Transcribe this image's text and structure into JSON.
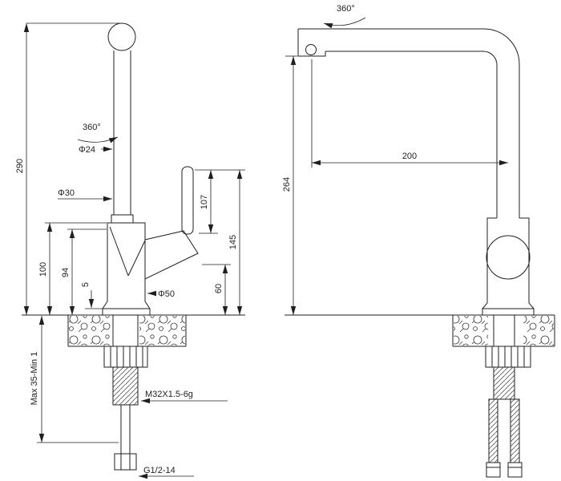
{
  "page": {
    "background": "#ffffff",
    "line_color": "#1f1f1f"
  },
  "front_view": {
    "rotation_label": "360°",
    "spout_diameter": "Φ24",
    "total_height": "290",
    "neck_diameter": "Φ30",
    "body_height": "100",
    "body_height_inner": "94",
    "base_plate_thickness": "5",
    "handle_length": "107",
    "handle_top_height": "145",
    "handle_pivot_height": "60",
    "base_diameter": "Φ50",
    "mounting_range": "Max 35-Min 1",
    "shank_thread": "M32X1.5-6g",
    "inlet_thread": "G1/2-14"
  },
  "side_view": {
    "rotation_label": "360°",
    "spout_reach": "200",
    "spout_height": "264"
  }
}
